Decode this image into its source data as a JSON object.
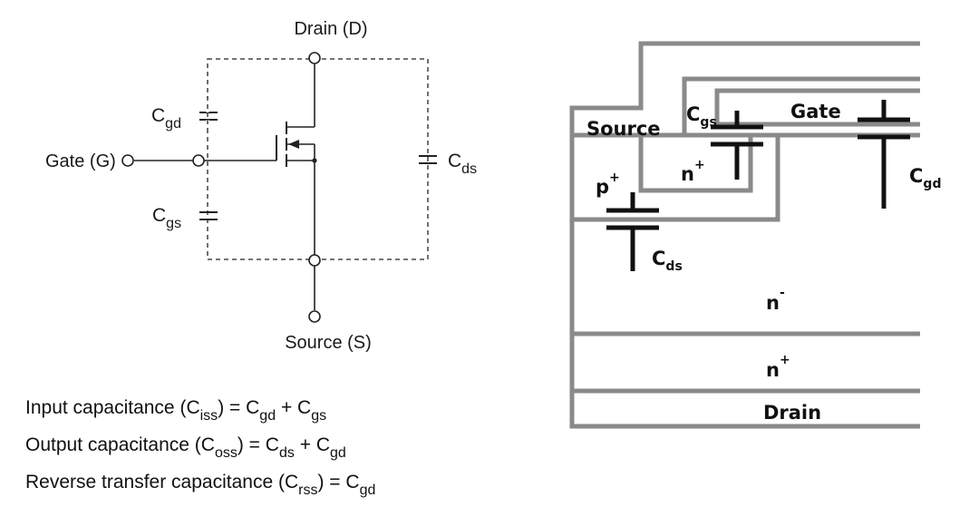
{
  "schematic": {
    "drain_label": "Drain (D)",
    "gate_label": "Gate (G)",
    "source_label": "Source (S)",
    "cgd": {
      "main": "C",
      "sub": "gd"
    },
    "cgs": {
      "main": "C",
      "sub": "gs"
    },
    "cds": {
      "main": "C",
      "sub": "ds"
    }
  },
  "equations": [
    {
      "text": "Input capacitance",
      "sym": "C",
      "sym_sub": "iss",
      "rhs1": "C",
      "rhs1_sub": "gd",
      "op": "+",
      "rhs2": "C",
      "rhs2_sub": "gs"
    },
    {
      "text": "Output capacitance",
      "sym": "C",
      "sym_sub": "oss",
      "rhs1": "C",
      "rhs1_sub": "ds",
      "op": "+",
      "rhs2": "C",
      "rhs2_sub": "gd"
    },
    {
      "text": "Reverse transfer capacitance",
      "sym": "C",
      "sym_sub": "rss",
      "rhs1": "C",
      "rhs1_sub": "gd"
    }
  ],
  "cross_section": {
    "source": "Source",
    "gate": "Gate",
    "p_plus": {
      "main": "p",
      "sup": "+"
    },
    "n_plus_well": {
      "main": "n",
      "sup": "+"
    },
    "n_minus": {
      "main": "n",
      "sup": "-"
    },
    "n_plus_sub": {
      "main": "n",
      "sup": "+"
    },
    "drain": "Drain",
    "cgs": {
      "main": "C",
      "sub": "gs"
    },
    "cgd": {
      "main": "C",
      "sub": "gd"
    },
    "cds": {
      "main": "C",
      "sub": "ds"
    }
  },
  "colors": {
    "line": "#8a8a8a",
    "ink": "#111111"
  }
}
